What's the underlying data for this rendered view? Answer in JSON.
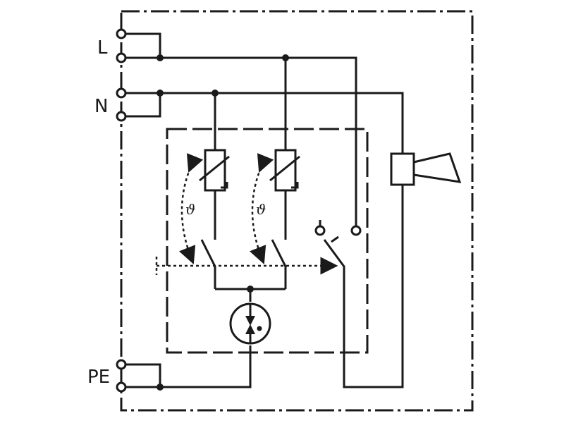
{
  "terminals": {
    "l_label": "L",
    "n_label": "N",
    "pe_label": "PE"
  },
  "thermostats": {
    "symbol": "ϑ"
  },
  "colors": {
    "stroke": "#1a1a1a",
    "background": "#ffffff"
  }
}
